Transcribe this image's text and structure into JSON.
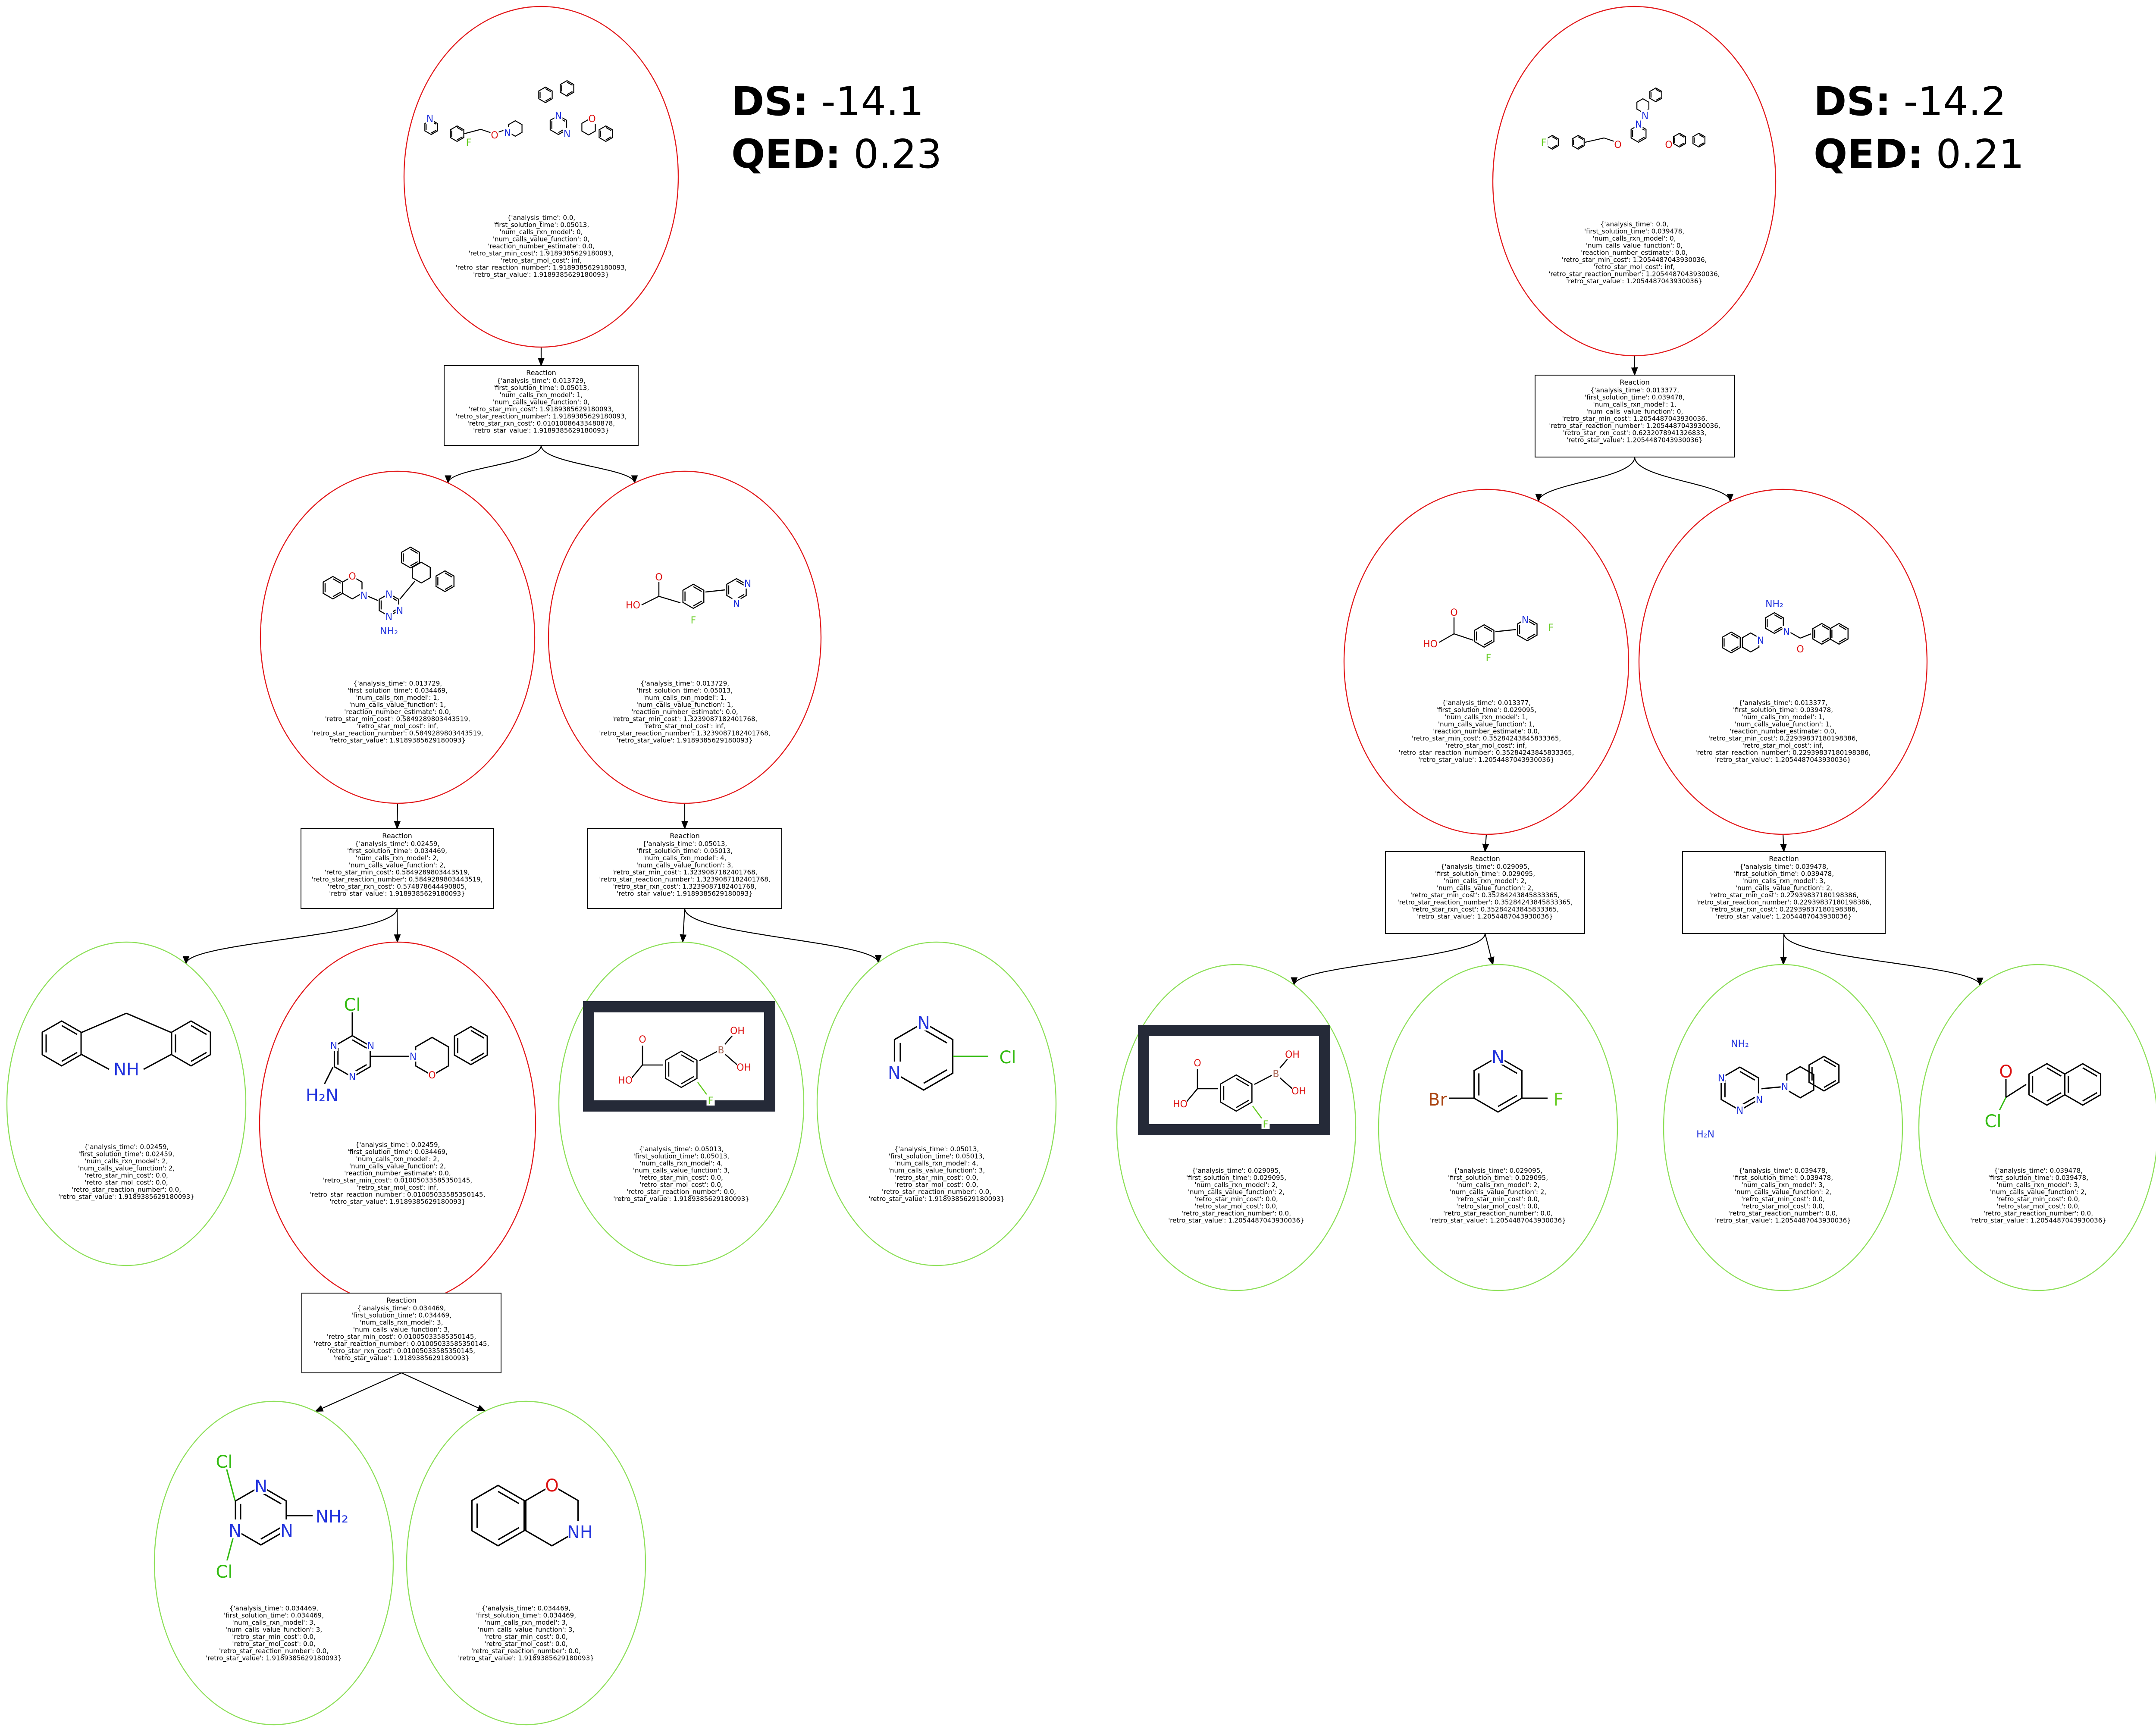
{
  "scores": [
    {
      "ds_label": "DS:",
      "ds_value": "-14.1",
      "qed_label": "QED:",
      "qed_value": "0.23"
    },
    {
      "ds_label": "DS:",
      "ds_value": "-14.2",
      "qed_label": "QED:",
      "qed_value": "0.21"
    }
  ],
  "legend": {
    "mol_expandable_color": "#e31a1c",
    "mol_leaf_color": "#8ee05a",
    "reaction_box_color": "#000000",
    "highlight_box_color": "#252a38"
  },
  "reaction_title": "Reaction",
  "nodes": [
    {
      "id": "L0",
      "kind": "molecule",
      "status": "expandable",
      "smiles_icon": "target-molecule-left",
      "lines": [
        "{'analysis_time': 0.0,",
        "'first_solution_time': 0.05013,",
        "'num_calls_rxn_model': 0,",
        "'num_calls_value_function': 0,",
        "'reaction_number_estimate': 0.0,",
        "'retro_star_min_cost': 1.9189385629180093,",
        "'retro_star_mol_cost': inf,",
        "'retro_star_reaction_number': 1.9189385629180093,",
        "'retro_star_value': 1.9189385629180093}"
      ]
    },
    {
      "id": "LR0",
      "kind": "reaction",
      "lines": [
        "{'analysis_time': 0.013729,",
        "'first_solution_time': 0.05013,",
        "'num_calls_rxn_model': 1,",
        "'num_calls_value_function': 0,",
        "'retro_star_min_cost': 1.9189385629180093,",
        "'retro_star_reaction_number': 1.9189385629180093,",
        "'retro_star_rxn_cost': 0.01010086433480878,",
        "'retro_star_value': 1.9189385629180093}"
      ]
    },
    {
      "id": "L1a",
      "kind": "molecule",
      "status": "expandable",
      "lines": [
        "{'analysis_time': 0.013729,",
        "'first_solution_time': 0.034469,",
        "'num_calls_rxn_model': 1,",
        "'num_calls_value_function': 1,",
        "'reaction_number_estimate': 0.0,",
        "'retro_star_min_cost': 0.5849289803443519,",
        "'retro_star_mol_cost': inf,",
        "'retro_star_reaction_number': 0.5849289803443519,",
        "'retro_star_value': 1.9189385629180093}"
      ]
    },
    {
      "id": "L1b",
      "kind": "molecule",
      "status": "expandable",
      "lines": [
        "{'analysis_time': 0.013729,",
        "'first_solution_time': 0.05013,",
        "'num_calls_rxn_model': 1,",
        "'num_calls_value_function': 1,",
        "'reaction_number_estimate': 0.0,",
        "'retro_star_min_cost': 1.3239087182401768,",
        "'retro_star_mol_cost': inf,",
        "'retro_star_reaction_number': 1.3239087182401768,",
        "'retro_star_value': 1.9189385629180093}"
      ]
    },
    {
      "id": "LR1a",
      "kind": "reaction",
      "lines": [
        "{'analysis_time': 0.02459,",
        "'first_solution_time': 0.034469,",
        "'num_calls_rxn_model': 2,",
        "'num_calls_value_function': 2,",
        "'retro_star_min_cost': 0.5849289803443519,",
        "'retro_star_reaction_number': 0.5849289803443519,",
        "'retro_star_rxn_cost': 0.574878644490805,",
        "'retro_star_value': 1.9189385629180093}"
      ]
    },
    {
      "id": "LR1b",
      "kind": "reaction",
      "lines": [
        "{'analysis_time': 0.05013,",
        "'first_solution_time': 0.05013,",
        "'num_calls_rxn_model': 4,",
        "'num_calls_value_function': 3,",
        "'retro_star_min_cost': 1.3239087182401768,",
        "'retro_star_reaction_number': 1.3239087182401768,",
        "'retro_star_rxn_cost': 1.3239087182401768,",
        "'retro_star_value': 1.9189385629180093}"
      ]
    },
    {
      "id": "L2a",
      "kind": "molecule",
      "status": "leaf",
      "atoms": [
        "NH"
      ],
      "lines": [
        "{'analysis_time': 0.02459,",
        "'first_solution_time': 0.02459,",
        "'num_calls_rxn_model': 2,",
        "'num_calls_value_function': 2,",
        "'retro_star_min_cost': 0.0,",
        "'retro_star_mol_cost': 0.0,",
        "'retro_star_reaction_number': 0.0,",
        "'retro_star_value': 1.9189385629180093}"
      ]
    },
    {
      "id": "L2b",
      "kind": "molecule",
      "status": "expandable",
      "atoms": [
        "Cl",
        "N",
        "N",
        "N",
        "H₂N",
        "N",
        "O"
      ],
      "lines": [
        "{'analysis_time': 0.02459,",
        "'first_solution_time': 0.034469,",
        "'num_calls_rxn_model': 2,",
        "'num_calls_value_function': 2,",
        "'reaction_number_estimate': 0.0,",
        "'retro_star_min_cost': 0.01005033585350145,",
        "'retro_star_mol_cost': inf,",
        "'retro_star_reaction_number': 0.01005033585350145,",
        "'retro_star_value': 1.9189385629180093}"
      ]
    },
    {
      "id": "L2c",
      "kind": "molecule",
      "status": "leaf",
      "highlighted": true,
      "atoms": [
        "OH",
        "HO",
        "O",
        "B",
        "OH",
        "F"
      ],
      "lines": [
        "{'analysis_time': 0.05013,",
        "'first_solution_time': 0.05013,",
        "'num_calls_rxn_model': 4,",
        "'num_calls_value_function': 3,",
        "'retro_star_min_cost': 0.0,",
        "'retro_star_mol_cost': 0.0,",
        "'retro_star_reaction_number': 0.0,",
        "'retro_star_value': 1.9189385629180093}"
      ]
    },
    {
      "id": "L2d",
      "kind": "molecule",
      "status": "leaf",
      "atoms": [
        "N",
        "N",
        "Cl"
      ],
      "lines": [
        "{'analysis_time': 0.05013,",
        "'first_solution_time': 0.05013,",
        "'num_calls_rxn_model': 4,",
        "'num_calls_value_function': 3,",
        "'retro_star_min_cost': 0.0,",
        "'retro_star_mol_cost': 0.0,",
        "'retro_star_reaction_number': 0.0,",
        "'retro_star_value': 1.9189385629180093}"
      ]
    },
    {
      "id": "LR2b",
      "kind": "reaction",
      "lines": [
        "{'analysis_time': 0.034469,",
        "'first_solution_time': 0.034469,",
        "'num_calls_rxn_model': 3,",
        "'num_calls_value_function': 3,",
        "'retro_star_min_cost': 0.01005033585350145,",
        "'retro_star_reaction_number': 0.01005033585350145,",
        "'retro_star_rxn_cost': 0.01005033585350145,",
        "'retro_star_value': 1.9189385629180093}"
      ]
    },
    {
      "id": "L3a",
      "kind": "molecule",
      "status": "leaf",
      "atoms": [
        "Cl",
        "N",
        "N",
        "NH₂",
        "N",
        "Cl"
      ],
      "lines": [
        "{'analysis_time': 0.034469,",
        "'first_solution_time': 0.034469,",
        "'num_calls_rxn_model': 3,",
        "'num_calls_value_function': 3,",
        "'retro_star_min_cost': 0.0,",
        "'retro_star_mol_cost': 0.0,",
        "'retro_star_reaction_number': 0.0,",
        "'retro_star_value': 1.9189385629180093}"
      ]
    },
    {
      "id": "L3b",
      "kind": "molecule",
      "status": "leaf",
      "atoms": [
        "O",
        "NH"
      ],
      "lines": [
        "{'analysis_time': 0.034469,",
        "'first_solution_time': 0.034469,",
        "'num_calls_rxn_model': 3,",
        "'num_calls_value_function': 3,",
        "'retro_star_min_cost': 0.0,",
        "'retro_star_mol_cost': 0.0,",
        "'retro_star_reaction_number': 0.0,",
        "'retro_star_value': 1.9189385629180093}"
      ]
    },
    {
      "id": "R0",
      "kind": "molecule",
      "status": "expandable",
      "lines": [
        "{'analysis_time': 0.0,",
        "'first_solution_time': 0.039478,",
        "'num_calls_rxn_model': 0,",
        "'num_calls_value_function': 0,",
        "'reaction_number_estimate': 0.0,",
        "'retro_star_min_cost': 1.2054487043930036,",
        "'retro_star_mol_cost': inf,",
        "'retro_star_reaction_number': 1.2054487043930036,",
        "'retro_star_value': 1.2054487043930036}"
      ]
    },
    {
      "id": "RR0",
      "kind": "reaction",
      "lines": [
        "{'analysis_time': 0.013377,",
        "'first_solution_time': 0.039478,",
        "'num_calls_rxn_model': 1,",
        "'num_calls_value_function': 0,",
        "'retro_star_min_cost': 1.2054487043930036,",
        "'retro_star_reaction_number': 1.2054487043930036,",
        "'retro_star_rxn_cost': 0.6232078941326833,",
        "'retro_star_value': 1.2054487043930036}"
      ]
    },
    {
      "id": "R1a",
      "kind": "molecule",
      "status": "expandable",
      "lines": [
        "{'analysis_time': 0.013377,",
        "'first_solution_time': 0.029095,",
        "'num_calls_rxn_model': 1,",
        "'num_calls_value_function': 1,",
        "'reaction_number_estimate': 0.0,",
        "'retro_star_min_cost': 0.35284243845833365,",
        "'retro_star_mol_cost': inf,",
        "'retro_star_reaction_number': 0.35284243845833365,",
        "'retro_star_value': 1.2054487043930036}"
      ]
    },
    {
      "id": "R1b",
      "kind": "molecule",
      "status": "expandable",
      "lines": [
        "{'analysis_time': 0.013377,",
        "'first_solution_time': 0.039478,",
        "'num_calls_rxn_model': 1,",
        "'num_calls_value_function': 1,",
        "'reaction_number_estimate': 0.0,",
        "'retro_star_min_cost': 0.22939837180198386,",
        "'retro_star_mol_cost': inf,",
        "'retro_star_reaction_number': 0.22939837180198386,",
        "'retro_star_value': 1.2054487043930036}"
      ]
    },
    {
      "id": "RR1a",
      "kind": "reaction",
      "lines": [
        "{'analysis_time': 0.029095,",
        "'first_solution_time': 0.029095,",
        "'num_calls_rxn_model': 2,",
        "'num_calls_value_function': 2,",
        "'retro_star_min_cost': 0.35284243845833365,",
        "'retro_star_reaction_number': 0.35284243845833365,",
        "'retro_star_rxn_cost': 0.35284243845833365,",
        "'retro_star_value': 1.2054487043930036}"
      ]
    },
    {
      "id": "RR1b",
      "kind": "reaction",
      "lines": [
        "{'analysis_time': 0.039478,",
        "'first_solution_time': 0.039478,",
        "'num_calls_rxn_model': 3,",
        "'num_calls_value_function': 2,",
        "'retro_star_min_cost': 0.22939837180198386,",
        "'retro_star_reaction_number': 0.22939837180198386,",
        "'retro_star_rxn_cost': 0.22939837180198386,",
        "'retro_star_value': 1.2054487043930036}"
      ]
    },
    {
      "id": "R2a",
      "kind": "molecule",
      "status": "leaf",
      "highlighted": true,
      "atoms": [
        "OH",
        "HO",
        "O",
        "B",
        "OH",
        "F"
      ],
      "lines": [
        "{'analysis_time': 0.029095,",
        "'first_solution_time': 0.029095,",
        "'num_calls_rxn_model': 2,",
        "'num_calls_value_function': 2,",
        "'retro_star_min_cost': 0.0,",
        "'retro_star_mol_cost': 0.0,",
        "'retro_star_reaction_number': 0.0,",
        "'retro_star_value': 1.2054487043930036}"
      ]
    },
    {
      "id": "R2b",
      "kind": "molecule",
      "status": "leaf",
      "atoms": [
        "Br",
        "N",
        "F"
      ],
      "lines": [
        "{'analysis_time': 0.029095,",
        "'first_solution_time': 0.029095,",
        "'num_calls_rxn_model': 2,",
        "'num_calls_value_function': 2,",
        "'retro_star_min_cost': 0.0,",
        "'retro_star_mol_cost': 0.0,",
        "'retro_star_reaction_number': 0.0,",
        "'retro_star_value': 1.2054487043930036}"
      ]
    },
    {
      "id": "R2c",
      "kind": "molecule",
      "status": "leaf",
      "atoms": [
        "NH₂",
        "N",
        "N",
        "N",
        "H₂N",
        "N"
      ],
      "lines": [
        "{'analysis_time': 0.039478,",
        "'first_solution_time': 0.039478,",
        "'num_calls_rxn_model': 3,",
        "'num_calls_value_function': 2,",
        "'retro_star_min_cost': 0.0,",
        "'retro_star_mol_cost': 0.0,",
        "'retro_star_reaction_number': 0.0,",
        "'retro_star_value': 1.2054487043930036}"
      ]
    },
    {
      "id": "R2d",
      "kind": "molecule",
      "status": "leaf",
      "atoms": [
        "O",
        "Cl"
      ],
      "lines": [
        "{'analysis_time': 0.039478,",
        "'first_solution_time': 0.039478,",
        "'num_calls_rxn_model': 3,",
        "'num_calls_value_function': 2,",
        "'retro_star_min_cost': 0.0,",
        "'retro_star_mol_cost': 0.0,",
        "'retro_star_reaction_number': 0.0,",
        "'retro_star_value': 1.2054487043930036}"
      ]
    }
  ],
  "edges": [
    [
      "L0",
      "LR0"
    ],
    [
      "LR0",
      "L1a"
    ],
    [
      "LR0",
      "L1b"
    ],
    [
      "L1a",
      "LR1a"
    ],
    [
      "L1b",
      "LR1b"
    ],
    [
      "LR1a",
      "L2a"
    ],
    [
      "LR1a",
      "L2b"
    ],
    [
      "LR1b",
      "L2c"
    ],
    [
      "LR1b",
      "L2d"
    ],
    [
      "L2b",
      "LR2b"
    ],
    [
      "LR2b",
      "L3a"
    ],
    [
      "LR2b",
      "L3b"
    ],
    [
      "R0",
      "RR0"
    ],
    [
      "RR0",
      "R1a"
    ],
    [
      "RR0",
      "R1b"
    ],
    [
      "R1a",
      "RR1a"
    ],
    [
      "R1b",
      "RR1b"
    ],
    [
      "RR1a",
      "R2a"
    ],
    [
      "RR1a",
      "R2b"
    ],
    [
      "RR1b",
      "R2c"
    ],
    [
      "RR1b",
      "R2d"
    ]
  ]
}
